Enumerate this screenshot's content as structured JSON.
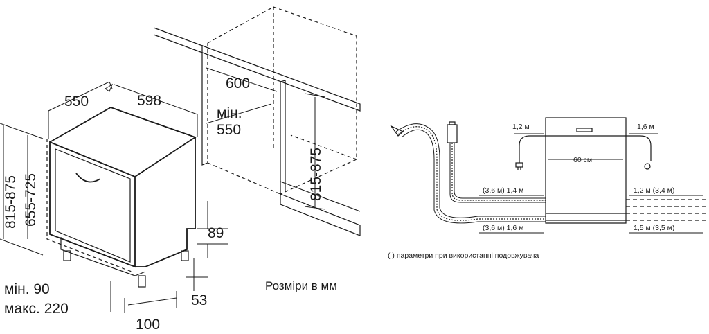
{
  "left": {
    "dims": {
      "d550": "550",
      "d598": "598",
      "d600": "600",
      "min_label": "мін.",
      "min550": "550",
      "h815_875_left": "815-875",
      "h655_725": "655-725",
      "h815_875_right": "815-875",
      "d89": "89",
      "d53": "53",
      "d100": "100",
      "min90": "мін. 90",
      "max220": "макс. 220"
    },
    "units_note": "Розміри в мм"
  },
  "right": {
    "labels": {
      "l12m": "1,2 м",
      "l16m": "1,6 м",
      "l60cm": "60 см",
      "l36_14": "(3,6 м) 1,4 м",
      "l12_34": "1,2 м (3,4 м)",
      "l36_16": "(3,6 м) 1,6 м",
      "l15_35": "1,5 м (3,5 м)"
    },
    "footnote": "( ) параметри при використанні подовжувача"
  }
}
